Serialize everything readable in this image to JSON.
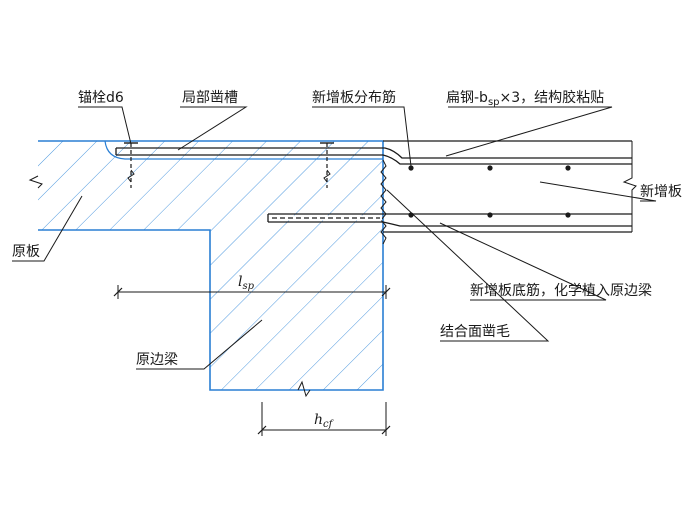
{
  "labels": {
    "anchor": "锚栓d6",
    "local_groove": "局部凿槽",
    "new_slab_dist_rebar": "新增板分布筋",
    "flat_steel": "扁钢-b",
    "flat_steel_sub": "sp",
    "flat_steel_tail": "×3，结构胶粘贴",
    "new_slab": "新增板",
    "orig_slab": "原板",
    "new_slab_bottom_rebar": "新增板底筋，化学植入原边梁",
    "orig_edge_beam": "原边梁",
    "roughened_interface": "结合面凿毛",
    "dim_lsp_main": "l",
    "dim_lsp_sub": "sp",
    "dim_hcf_main": "h",
    "dim_hcf_sub": "cf"
  },
  "colors": {
    "concrete_outline": "#2a7fd4",
    "hatch": "#3d8fdc",
    "ink": "#1a1a1a"
  }
}
